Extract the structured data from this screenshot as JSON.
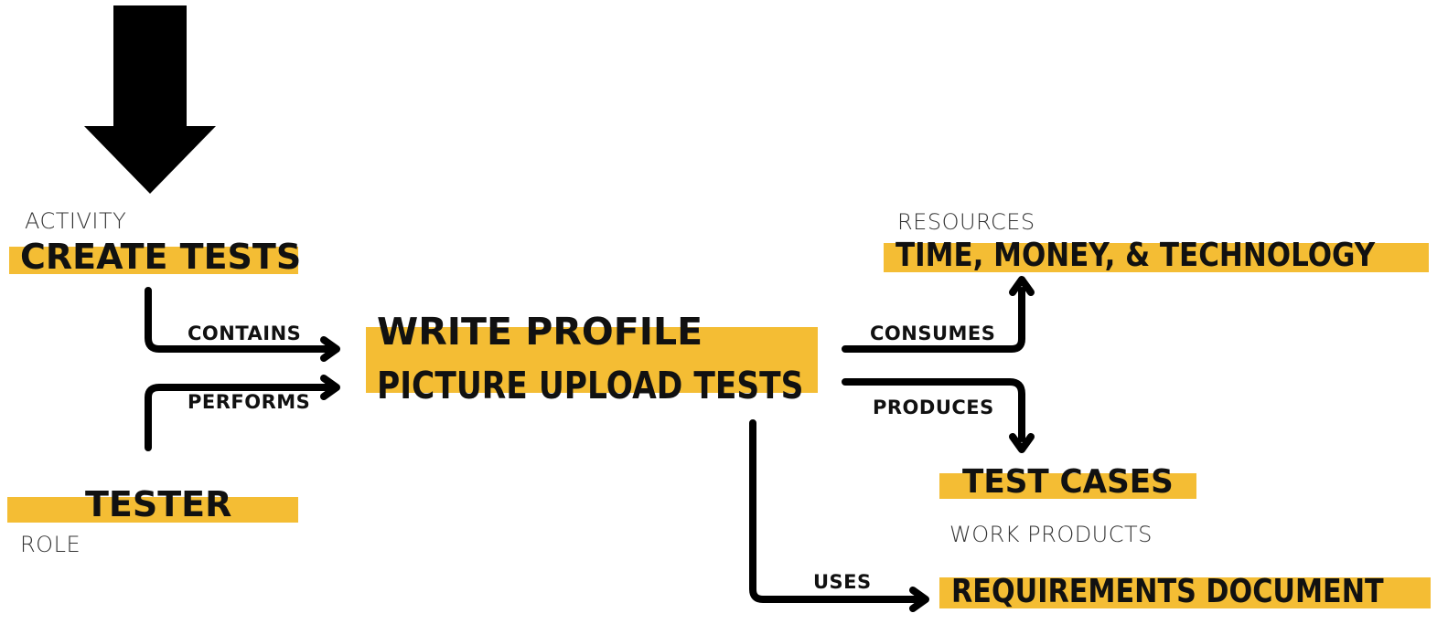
{
  "colors": {
    "highlight": "#f4bd34",
    "ink": "#111111",
    "caption": "#333333"
  },
  "nodes": {
    "activity": {
      "caption": "ACTIVITY",
      "label": "CREATE TESTS"
    },
    "role": {
      "caption": "ROLE",
      "label": "TESTER"
    },
    "task": {
      "line1": "WRITE PROFILE",
      "line2": "PICTURE UPLOAD TESTS"
    },
    "resources": {
      "caption": "RESOURCES",
      "label": "TIME, MONEY, & TECHNOLOGY"
    },
    "work_products": {
      "caption": "WORK PRODUCTS",
      "label": "TEST CASES"
    },
    "requirements": {
      "label": "REQUIREMENTS DOCUMENT"
    }
  },
  "relations": {
    "contains": "CONTAINS",
    "performs": "PERFORMS",
    "consumes": "CONSUMES",
    "produces": "PRODUCES",
    "uses": "USES"
  }
}
